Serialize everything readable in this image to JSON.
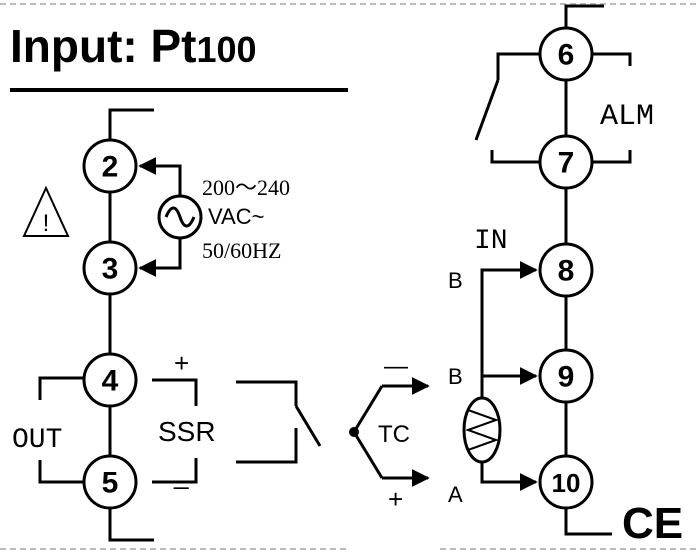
{
  "title_prefix": "Input: Pt",
  "title_suffix": "100",
  "terminals": {
    "t2": "2",
    "t3": "3",
    "t4": "4",
    "t5": "5",
    "t6": "6",
    "t7": "7",
    "t8": "8",
    "t9": "9",
    "t10": "10"
  },
  "power": {
    "voltage": "200～240",
    "type": "VAC~",
    "frequency": "50/60HZ"
  },
  "warning_glyph": "!",
  "output": {
    "label": "OUT",
    "device": "SSR",
    "plus": "+",
    "minus": "_"
  },
  "alarm": {
    "label": "ALM"
  },
  "input": {
    "label": "IN",
    "b_top": "B",
    "b_mid": "B",
    "a": "A"
  },
  "tc": {
    "label": "TC",
    "minus": "—",
    "plus": "+"
  },
  "certification": {
    "mark": "CE"
  }
}
